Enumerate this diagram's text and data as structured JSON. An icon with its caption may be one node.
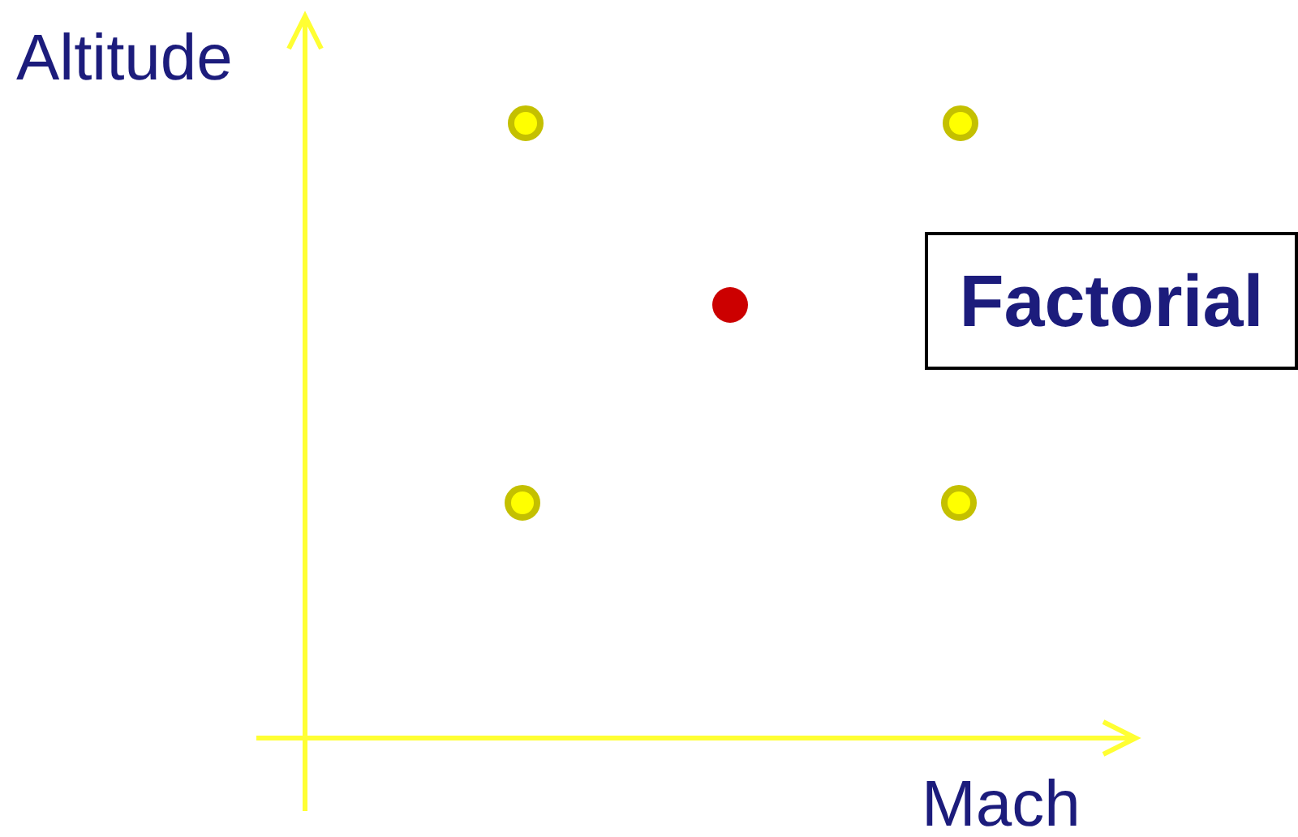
{
  "diagram": {
    "nodes": [
      {
        "text": [
          "Factorial"
        ]
      }
    ],
    "labels": [
      "Altitude",
      "Mach"
    ]
  }
}
